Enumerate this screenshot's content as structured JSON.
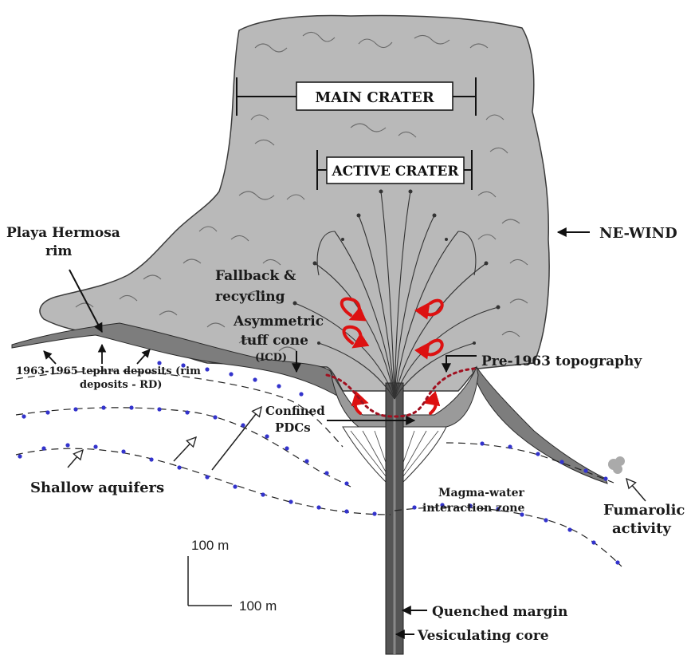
{
  "labels": {
    "main_crater": "MAIN CRATER",
    "active_crater": "ACTIVE CRATER",
    "ne_wind": "NE-WIND",
    "playa_hermosa_1": "Playa Hermosa",
    "playa_hermosa_2": "rim",
    "fallback_1": "Fallback &",
    "fallback_2": "recycling",
    "asym_1": "Asymmetric",
    "asym_2": "tuff cone",
    "asym_3": "(ICD)",
    "pre1963": "Pre-1963 topography",
    "tephra_1": "1963-1965 tephra deposits (rim",
    "tephra_2": "deposits - RD)",
    "confined_1": "Confined",
    "confined_2": "PDCs",
    "shallow": "Shallow aquifers",
    "magma_1": "Magma-water",
    "magma_2": "interaction zone",
    "fumarolic_1": "Fumarolic",
    "fumarolic_2": "activity",
    "quenched": "Quenched margin",
    "vesiculating": "Vesiculating core"
  },
  "scale_bar": {
    "vertical": "100 m",
    "horizontal": "100 m"
  },
  "colors": {
    "plume": "#b9b9b9",
    "plume_outline": "#3a3a3a",
    "aquifer_dots": "#3333cc",
    "recycling_arrows": "#dd1111",
    "pre1963_line": "#a01020"
  }
}
